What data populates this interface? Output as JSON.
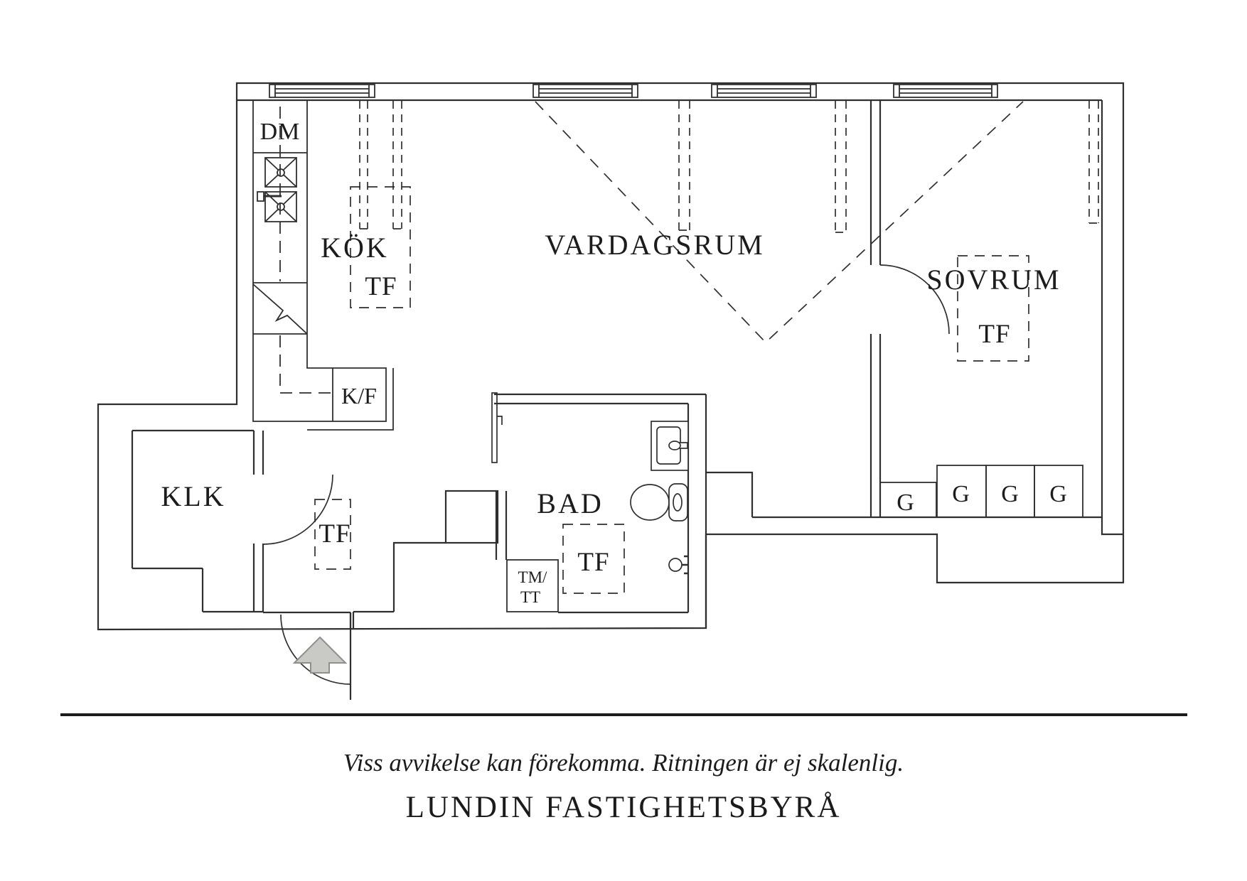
{
  "plan": {
    "rooms": {
      "kitchen": {
        "label": "KÖK"
      },
      "living": {
        "label": "VARDAGSRUM"
      },
      "bedroom": {
        "label": "SOVRUM"
      },
      "closet": {
        "label": "KLK"
      },
      "bathroom": {
        "label": "BAD"
      }
    },
    "fixtures": {
      "dishwasher": {
        "label": "DM"
      },
      "fridge_freezer": {
        "label": "K/F"
      },
      "washer_line1": {
        "label": "TM/"
      },
      "washer_line2": {
        "label": "TT"
      },
      "wardrobe": {
        "label": "G"
      },
      "skylight": {
        "label": "TF"
      }
    },
    "colors": {
      "line": "#2f2f2f",
      "arrow_fill": "#c9c9c5",
      "arrow_stroke": "#8f8f8b",
      "text": "#1c1c1c"
    }
  },
  "footer": {
    "disclaimer": "Viss avvikelse kan förekomma. Ritningen är ej skalenlig.",
    "brand": "LUNDIN FASTIGHETSBYRÅ"
  }
}
